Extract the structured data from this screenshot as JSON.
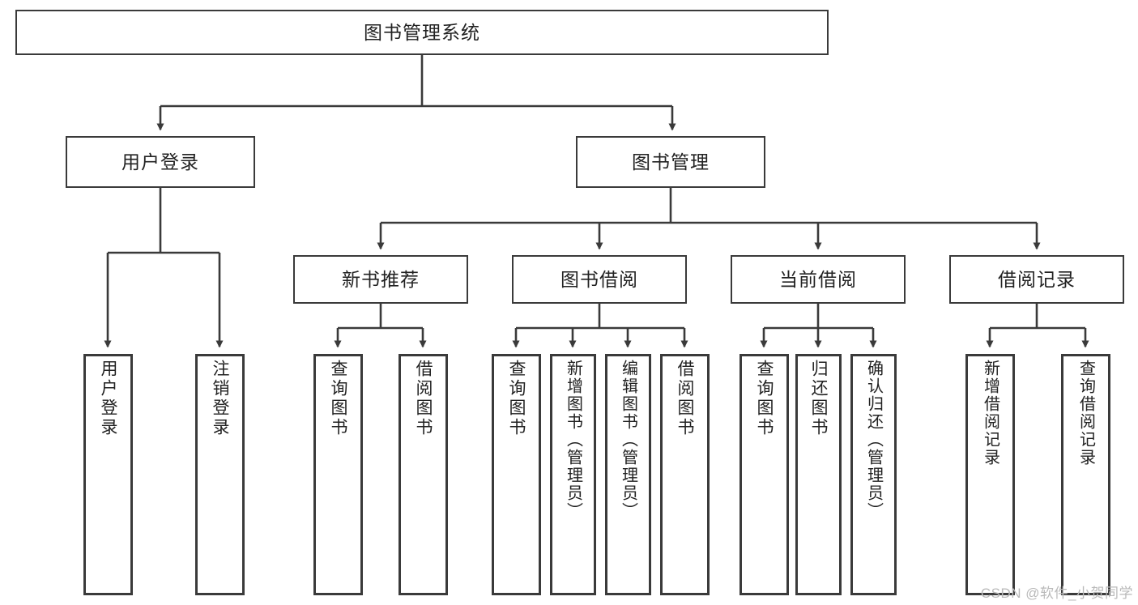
{
  "diagram": {
    "type": "tree",
    "title": "图书管理系统",
    "root": {
      "label": "图书管理系统"
    },
    "level2": [
      {
        "label": "用户登录"
      },
      {
        "label": "图书管理"
      }
    ],
    "level3": [
      {
        "label": "新书推荐"
      },
      {
        "label": "图书借阅"
      },
      {
        "label": "当前借阅"
      },
      {
        "label": "借阅记录"
      }
    ],
    "leaves": {
      "user_login": [
        {
          "label": "用户登录"
        },
        {
          "label": "注销登录"
        }
      ],
      "new_book_recommend": [
        {
          "label": "查询图书"
        },
        {
          "label": "借阅图书"
        }
      ],
      "book_borrow": [
        {
          "label": "查询图书"
        },
        {
          "label": "新增图书（管理员）"
        },
        {
          "label": "编辑图书（管理员）"
        },
        {
          "label": "借阅图书"
        }
      ],
      "current_borrow": [
        {
          "label": "查询图书"
        },
        {
          "label": "归还图书"
        },
        {
          "label": "确认归还（管理员）"
        }
      ],
      "borrow_record": [
        {
          "label": "新增借阅记录"
        },
        {
          "label": "查询借阅记录"
        }
      ]
    }
  },
  "watermark": {
    "text": "CSDN @软件_小贺同学"
  },
  "colors": {
    "stroke": "#3a3a3a",
    "text": "#222222",
    "background": "#ffffff",
    "watermark": "#b9b9b9"
  }
}
